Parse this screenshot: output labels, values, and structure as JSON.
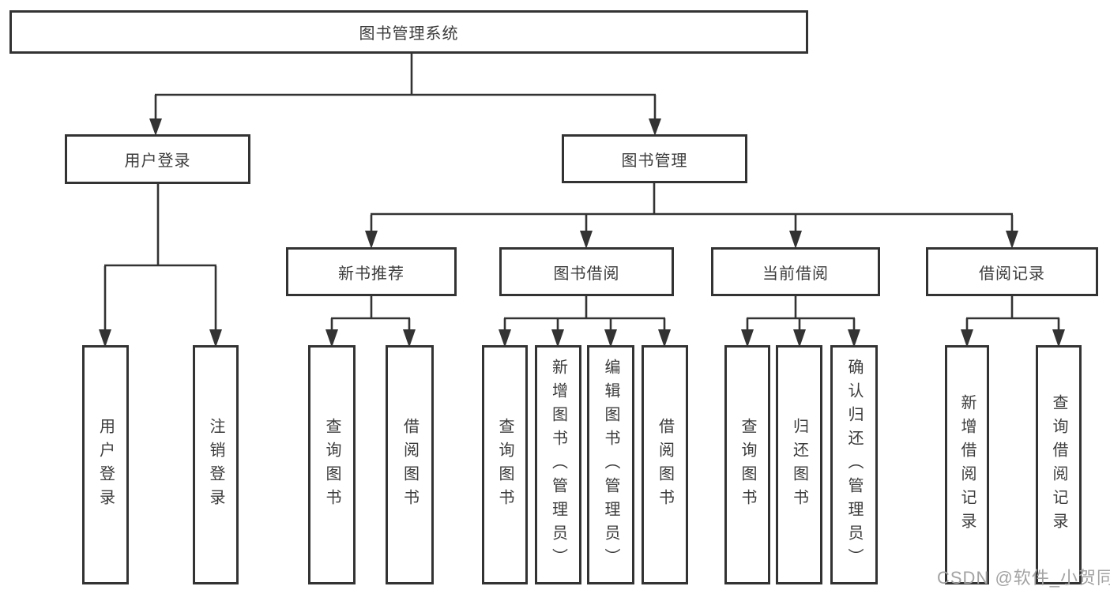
{
  "diagram_type": "hierarchy-tree",
  "colors": {
    "line": "#333333",
    "box_border": "#333333",
    "box_fill": "#ffffff",
    "text": "#3c3c3c",
    "watermark": "#a3a3a3",
    "background": "#ffffff"
  },
  "tree": {
    "label": "图书管理系统",
    "children": [
      {
        "label": "用户登录",
        "children": [
          {
            "label": "用户登录"
          },
          {
            "label": "注销登录"
          }
        ]
      },
      {
        "label": "图书管理",
        "children": [
          {
            "label": "新书推荐",
            "children": [
              {
                "label": "查询图书"
              },
              {
                "label": "借阅图书"
              }
            ]
          },
          {
            "label": "图书借阅",
            "children": [
              {
                "label": "查询图书"
              },
              {
                "label": "新增图书（管理员）"
              },
              {
                "label": "编辑图书（管理员）"
              },
              {
                "label": "借阅图书"
              }
            ]
          },
          {
            "label": "当前借阅",
            "children": [
              {
                "label": "查询图书"
              },
              {
                "label": "归还图书"
              },
              {
                "label": "确认归还（管理员）"
              }
            ]
          },
          {
            "label": "借阅记录",
            "children": [
              {
                "label": "新增借阅记录"
              },
              {
                "label": "查询借阅记录"
              }
            ]
          }
        ]
      }
    ]
  },
  "watermark": {
    "text": "CSDN @软件_小贺同学"
  }
}
